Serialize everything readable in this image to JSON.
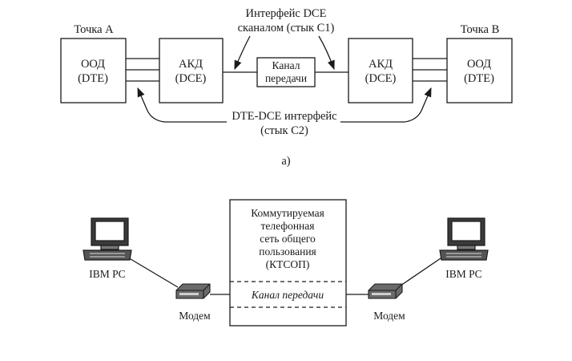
{
  "diagram_a": {
    "point_a": "Точка А",
    "point_b": "Точка В",
    "dte_left_line1": "ООД",
    "dte_left_line2": "(DTE)",
    "dce_left_line1": "АКД",
    "dce_left_line2": "(DCE)",
    "channel_line1": "Канал",
    "channel_line2": "передачи",
    "dce_right_line1": "АКД",
    "dce_right_line2": "(DCE)",
    "dte_right_line1": "ООД",
    "dte_right_line2": "(DTE)",
    "dce_interface_line1": "Интерфейс DCE",
    "dce_interface_line2": "сканалом (стык С1)",
    "dte_dce_interface_line1": "DTE-DCE интерфейс",
    "dte_dce_interface_line2": "(стык С2)",
    "caption": "а)"
  },
  "diagram_b": {
    "pc_left_label": "IBM PC",
    "pc_right_label": "IBM PC",
    "modem_left_label": "Модем",
    "modem_right_label": "Модем",
    "network_line1": "Коммутируемая",
    "network_line2": "телефонная",
    "network_line3": "сеть общего",
    "network_line4": "пользования",
    "network_line5": "(КТСОП)",
    "channel_label": "Канал передачи"
  },
  "icons": {
    "pc": "desktop-computer-icon",
    "modem": "modem-icon"
  },
  "colors": {
    "ink": "#1a1a1a",
    "background": "#ffffff"
  }
}
